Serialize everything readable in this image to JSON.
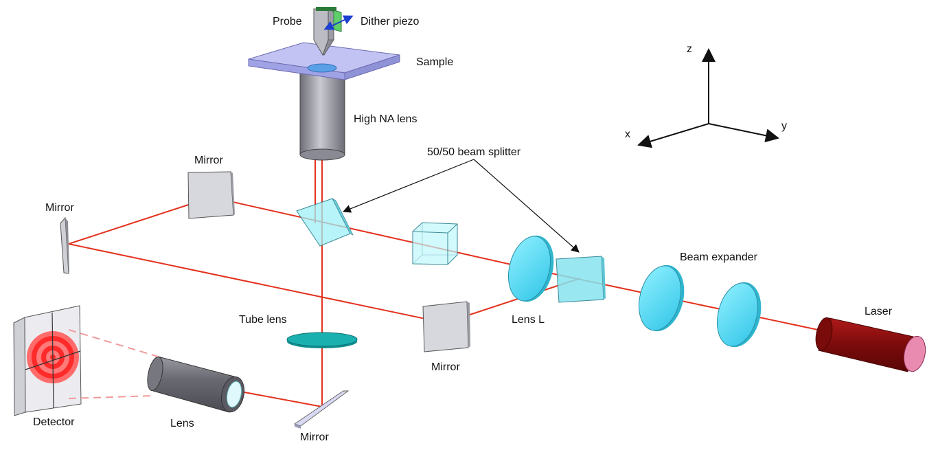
{
  "labels": {
    "probe": "Probe",
    "dither_piezo": "Dither piezo",
    "sample": "Sample",
    "high_na_lens": "High NA lens",
    "beam_splitter": "50/50 beam splitter",
    "mirror_top": "Mirror",
    "mirror_left": "Mirror",
    "mirror_center": "Mirror",
    "mirror_bottom": "Mirror",
    "tube_lens": "Tube lens",
    "lens_l": "Lens L",
    "beam_expander": "Beam expander",
    "laser": "Laser",
    "detector": "Detector",
    "lens": "Lens"
  },
  "axes": {
    "x": "x",
    "y": "y",
    "z": "z"
  },
  "colors": {
    "beam": "#e3321e",
    "lens_cyan": "#5fdcf3",
    "splitter_cyan": "#9ff0f7",
    "sample_plate": "#b7b8f0",
    "objective_gray": "#8d8d96",
    "laser_body": "#8b0d0d",
    "laser_face": "#e98ab0",
    "tube_lens_teal": "#1ab0b0",
    "piezo_green": "#5fcf6a",
    "detector_red": "#ff3b3b",
    "arrow_blue": "#1c3fcf"
  }
}
